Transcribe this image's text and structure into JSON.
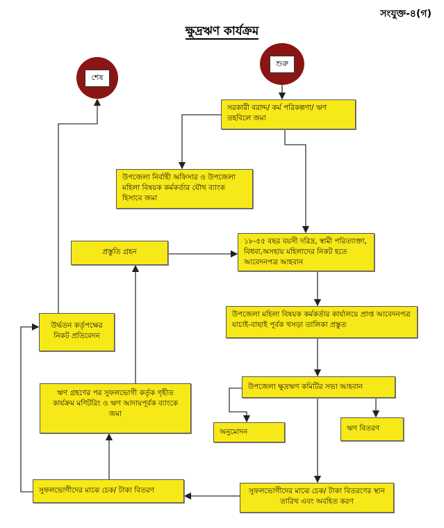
{
  "annex_label": "সংযুক্ত-৪(গ)",
  "title": "ক্ষুদ্রঋণ কার্যক্রম",
  "start": "শুরু",
  "end": "শেষ",
  "steps": {
    "allocation": "সরকারী বরাদ্দ/ কর্ম পরিকল্পণা/ ঋণ তহবিলে জমা",
    "joint_account": "উপজেলা নির্বাহী অফিসার ও উপজেলা মহিলা বিষয়ক কর্মকর্তার যৌথ ব্যাংক হিসাবে জমা",
    "applications": "১৮-৫৫ বছর বয়সী দরিদ্র, স্বামী পরিত্যাক্তা, বিধবা,অসহায় মহিলাদের নিকট হতে আবেদনপত্র আহবান",
    "preparation": "প্রস্তুতি গ্রহন",
    "screening": "উপজেলা মহিলা বিষয়ক কর্মকর্তার কার্যালয়ে প্রাপ্ত আবেদনপত্র যাচাই-বাছাই পূর্বক খসড়া তালিকা প্রস্তুত",
    "report": "উর্দ্ধতন কর্তৃপক্ষের নিকট প্রতিবেদন",
    "committee": "উপজেলা ক্ষুদ্রঋণ কমিটির সভা আহবান",
    "approval": "অনুমোদন",
    "loan_disbursement": "ঋণ বিতরণ",
    "monitoring": "ঋণ গ্রহণের পর সুফলভোগী কর্তৃক গৃহীত কার্যক্রম মণিটরিং ও ঋণ আদায়পূর্বক ব্যাংকে জমা",
    "cheque_distribution": "সুফলভোগীদের মাঝে চেক/ টাকা বিতরণ",
    "notify": "সুফলভোগীদের মাঝে চেক/ টাকা বিতরণের স্থান তারিখ এবং অবহিত করণ"
  },
  "colors": {
    "box": "#f7e817",
    "circle": "#8a1515"
  }
}
